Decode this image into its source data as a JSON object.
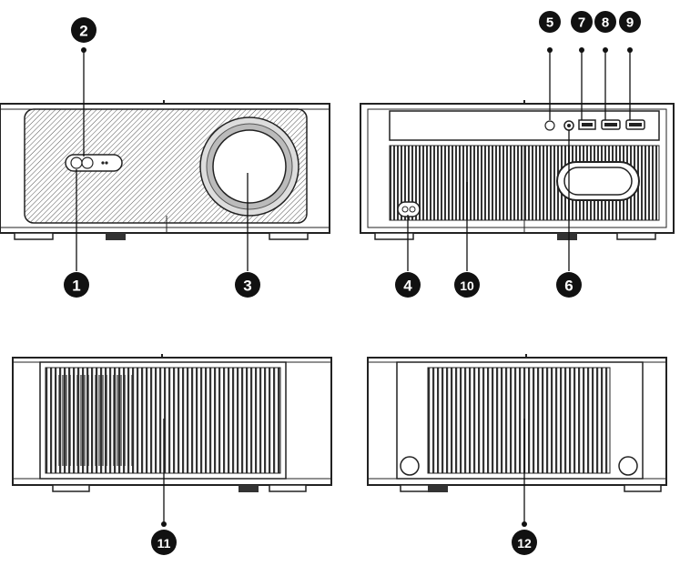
{
  "callouts": {
    "c1": "1",
    "c2": "2",
    "c3": "3",
    "c4": "4",
    "c5": "5",
    "c6": "6",
    "c7": "7",
    "c8": "8",
    "c9": "9",
    "c10": "10",
    "c11": "11",
    "c12": "12"
  },
  "colors": {
    "outline": "#222222",
    "callout_fill": "#111111",
    "grille": "#333333",
    "body": "#ffffff",
    "lens_ring": "#bbbbbb"
  }
}
